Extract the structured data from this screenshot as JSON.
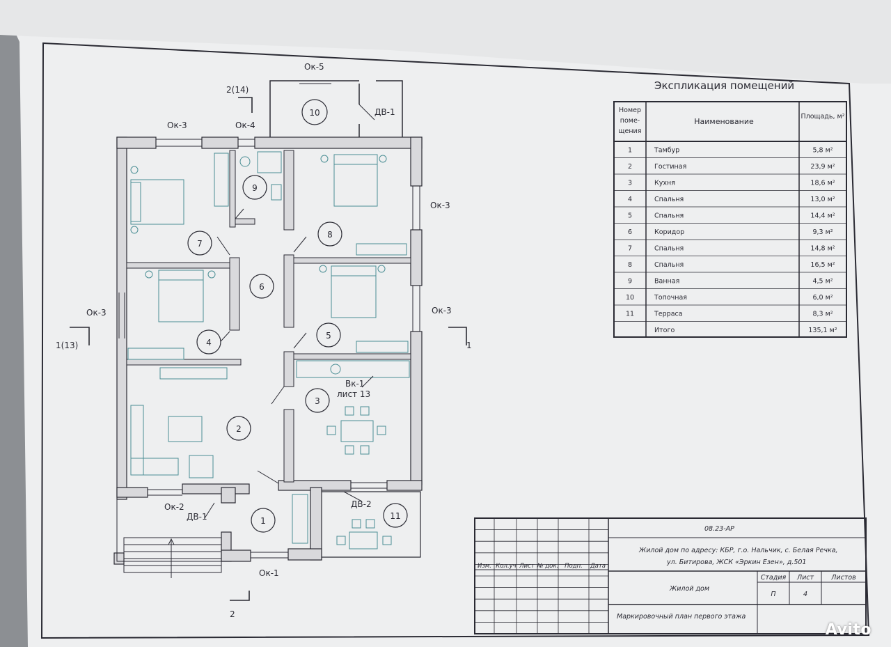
{
  "explication": {
    "title": "Экспликация помещений",
    "headers": {
      "num": [
        "Номер",
        "поме-",
        "щения"
      ],
      "name": "Наименование",
      "area": "Площадь, м²"
    },
    "rows": [
      {
        "num": "1",
        "name": "Тамбур",
        "area": "5,8 м²"
      },
      {
        "num": "2",
        "name": "Гостиная",
        "area": "23,9 м²"
      },
      {
        "num": "3",
        "name": "Кухня",
        "area": "18,6 м²"
      },
      {
        "num": "4",
        "name": "Спальня",
        "area": "13,0 м²"
      },
      {
        "num": "5",
        "name": "Спальня",
        "area": "14,4 м²"
      },
      {
        "num": "6",
        "name": "Коридор",
        "area": "9,3 м²"
      },
      {
        "num": "7",
        "name": "Спальня",
        "area": "14,8 м²"
      },
      {
        "num": "8",
        "name": "Спальня",
        "area": "16,5 м²"
      },
      {
        "num": "9",
        "name": "Ванная",
        "area": "4,5 м²"
      },
      {
        "num": "10",
        "name": "Топочная",
        "area": "6,0 м²"
      },
      {
        "num": "11",
        "name": "Терраса",
        "area": "8,3 м²"
      }
    ],
    "total": {
      "num": "",
      "name": "Итого",
      "area": "135,1 м²"
    }
  },
  "plan": {
    "rooms": [
      "1",
      "2",
      "3",
      "4",
      "5",
      "6",
      "7",
      "8",
      "9",
      "10",
      "11"
    ],
    "windows": {
      "ok1": "Ок-1",
      "ok2": "Ок-2",
      "ok3_top": "Ок-3",
      "ok3_left": "Ок-3",
      "ok3_right1": "Ок-3",
      "ok3_right2": "Ок-3",
      "ok4": "Ок-4",
      "ok5": "Ок-5"
    },
    "doors": {
      "dv1_top": "ДВ-1",
      "dv1_bottom": "ДВ-1",
      "dv2": "ДВ-2"
    },
    "vk": {
      "line1": "Вк-1",
      "line2": "лист 13"
    },
    "sections": {
      "s2_top": "2(14)",
      "s1_left": "1(13)",
      "s1_right": "1",
      "s2_bottom": "2"
    }
  },
  "stamp": {
    "code": "08.23-АР",
    "address_line1": "Жилой дом по адресу: КБР, г.о. Нальчик, с. Белая Речка,",
    "address_line2": "ул. Битирова, ЖСК «Эркин Езен», д.501",
    "col_headers": [
      "Изм.",
      "Кол.уч",
      "Лист",
      "№ док.",
      "Подп.",
      "Дата"
    ],
    "object_name": "Жилой дом",
    "stage_header": "Стадия",
    "sheet_header": "Лист",
    "sheets_header": "Листов",
    "stage_value": "П",
    "sheet_value": "4",
    "sheets_value": "",
    "drawing_name": "Маркировочный план первого этажа"
  },
  "watermark": "Avito"
}
